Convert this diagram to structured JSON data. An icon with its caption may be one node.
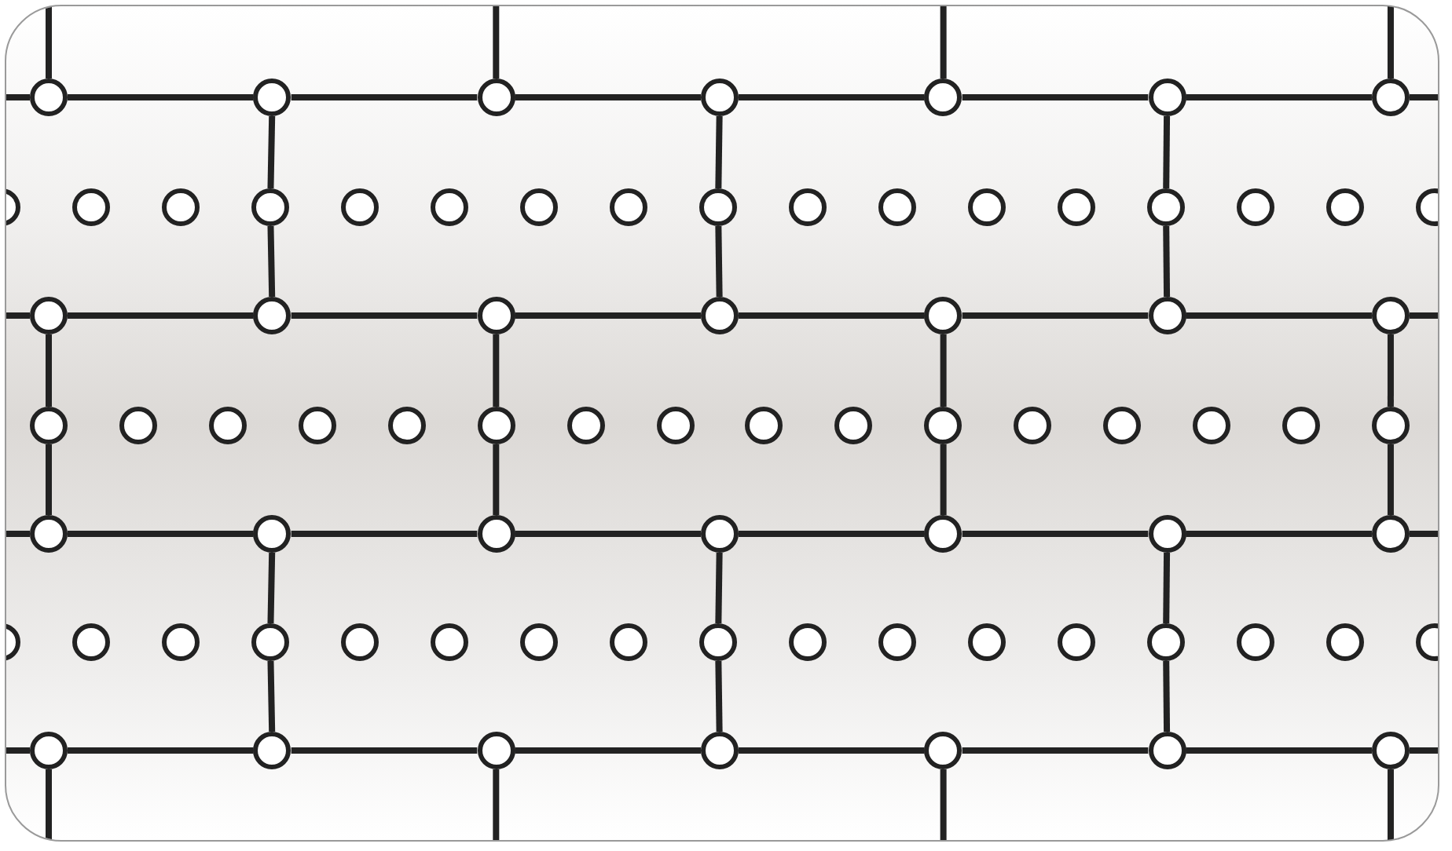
{
  "diagram": {
    "nodes": [
      {
        "text": [],
        "shape": "circle"
      },
      {
        "text": [],
        "shape": "circle"
      },
      {
        "text": [],
        "shape": "circle"
      },
      {
        "text": [],
        "shape": "circle"
      },
      {
        "text": [],
        "shape": "circle"
      },
      {
        "text": [],
        "shape": "circle"
      },
      {
        "text": [],
        "shape": "circle"
      },
      {
        "text": [],
        "shape": "circle"
      },
      {
        "text": [],
        "shape": "circle"
      },
      {
        "text": [],
        "shape": "circle"
      },
      {
        "text": [],
        "shape": "circle"
      },
      {
        "text": [],
        "shape": "circle"
      },
      {
        "text": [],
        "shape": "circle"
      },
      {
        "text": [],
        "shape": "circle"
      },
      {
        "text": [],
        "shape": "circle"
      },
      {
        "text": [],
        "shape": "circle"
      },
      {
        "text": [],
        "shape": "circle"
      },
      {
        "text": [],
        "shape": "circle"
      },
      {
        "text": [],
        "shape": "circle"
      },
      {
        "text": [],
        "shape": "circle"
      },
      {
        "text": [],
        "shape": "circle"
      },
      {
        "text": [],
        "shape": "circle"
      },
      {
        "text": [],
        "shape": "circle"
      },
      {
        "text": [],
        "shape": "circle"
      },
      {
        "text": [],
        "shape": "circle"
      },
      {
        "text": [],
        "shape": "circle"
      },
      {
        "text": [],
        "shape": "circle"
      },
      {
        "text": [],
        "shape": "circle"
      },
      {
        "text": [],
        "shape": "circle"
      },
      {
        "text": [],
        "shape": "circle"
      },
      {
        "text": [],
        "shape": "circle"
      },
      {
        "text": [],
        "shape": "circle"
      },
      {
        "text": [],
        "shape": "circle"
      },
      {
        "text": [],
        "shape": "circle"
      },
      {
        "text": [],
        "shape": "circle"
      },
      {
        "text": [],
        "shape": "circle"
      },
      {
        "text": [],
        "shape": "circle"
      },
      {
        "text": [],
        "shape": "circle"
      },
      {
        "text": [],
        "shape": "circle"
      },
      {
        "text": [],
        "shape": "circle"
      },
      {
        "text": [],
        "shape": "circle"
      },
      {
        "text": [],
        "shape": "circle"
      },
      {
        "text": [],
        "shape": "circle"
      },
      {
        "text": [],
        "shape": "circle"
      },
      {
        "text": [],
        "shape": "circle"
      },
      {
        "text": [],
        "shape": "circle"
      },
      {
        "text": [],
        "shape": "circle"
      },
      {
        "text": [],
        "shape": "circle"
      },
      {
        "text": [],
        "shape": "circle"
      },
      {
        "text": [],
        "shape": "circle"
      },
      {
        "text": [],
        "shape": "circle"
      },
      {
        "text": [],
        "shape": "circle"
      },
      {
        "text": [],
        "shape": "circle"
      },
      {
        "text": [],
        "shape": "circle"
      },
      {
        "text": [],
        "shape": "circle"
      },
      {
        "text": [],
        "shape": "circle"
      },
      {
        "text": [],
        "shape": "circle"
      },
      {
        "text": [],
        "shape": "circle"
      },
      {
        "text": [],
        "shape": "circle"
      },
      {
        "text": [],
        "shape": "circle"
      },
      {
        "text": [],
        "shape": "circle"
      },
      {
        "text": [],
        "shape": "circle"
      },
      {
        "text": [],
        "shape": "circle"
      },
      {
        "text": [],
        "shape": "circle"
      },
      {
        "text": [],
        "shape": "circle"
      },
      {
        "text": [],
        "shape": "circle"
      },
      {
        "text": [],
        "shape": "circle"
      },
      {
        "text": [],
        "shape": "circle"
      },
      {
        "text": [],
        "shape": "circle"
      },
      {
        "text": [],
        "shape": "circle"
      },
      {
        "text": [],
        "shape": "circle"
      },
      {
        "text": [],
        "shape": "circle"
      },
      {
        "text": [],
        "shape": "circle"
      },
      {
        "text": [],
        "shape": "circle"
      },
      {
        "text": [],
        "shape": "circle"
      },
      {
        "text": [],
        "shape": "circle"
      },
      {
        "text": [],
        "shape": "circle"
      },
      {
        "text": [],
        "shape": "circle"
      }
    ],
    "edges": [
      {
        "from": 0,
        "to": null,
        "arrow": "none"
      },
      {
        "from": 0,
        "to": 1,
        "arrow": "none"
      },
      {
        "from": 1,
        "to": 2,
        "arrow": "none"
      },
      {
        "from": 2,
        "to": 3,
        "arrow": "none"
      },
      {
        "from": 3,
        "to": 4,
        "arrow": "none"
      },
      {
        "from": 4,
        "to": 5,
        "arrow": "none"
      },
      {
        "from": 5,
        "to": 6,
        "arrow": "none"
      },
      {
        "from": 6,
        "to": null,
        "arrow": "none"
      },
      {
        "from": 0,
        "to": null,
        "arrow": "none"
      },
      {
        "from": 2,
        "to": null,
        "arrow": "none"
      },
      {
        "from": 4,
        "to": null,
        "arrow": "none"
      },
      {
        "from": 6,
        "to": null,
        "arrow": "none"
      },
      {
        "from": 1,
        "to": 10,
        "arrow": "none"
      },
      {
        "from": 10,
        "to": 25,
        "arrow": "none"
      },
      {
        "from": 3,
        "to": 15,
        "arrow": "none"
      },
      {
        "from": 15,
        "to": 27,
        "arrow": "none"
      },
      {
        "from": 5,
        "to": 20,
        "arrow": "none"
      },
      {
        "from": 20,
        "to": 29,
        "arrow": "none"
      },
      {
        "from": 24,
        "to": null,
        "arrow": "none"
      },
      {
        "from": 24,
        "to": 25,
        "arrow": "none"
      },
      {
        "from": 25,
        "to": 26,
        "arrow": "none"
      },
      {
        "from": 26,
        "to": 27,
        "arrow": "none"
      },
      {
        "from": 27,
        "to": 28,
        "arrow": "none"
      },
      {
        "from": 28,
        "to": 29,
        "arrow": "none"
      },
      {
        "from": 29,
        "to": 30,
        "arrow": "none"
      },
      {
        "from": 30,
        "to": null,
        "arrow": "none"
      },
      {
        "from": 24,
        "to": 31,
        "arrow": "none"
      },
      {
        "from": 31,
        "to": 47,
        "arrow": "none"
      },
      {
        "from": 26,
        "to": 36,
        "arrow": "none"
      },
      {
        "from": 36,
        "to": 49,
        "arrow": "none"
      },
      {
        "from": 28,
        "to": 41,
        "arrow": "none"
      },
      {
        "from": 41,
        "to": 51,
        "arrow": "none"
      },
      {
        "from": 30,
        "to": 46,
        "arrow": "none"
      },
      {
        "from": 46,
        "to": 53,
        "arrow": "none"
      },
      {
        "from": 47,
        "to": null,
        "arrow": "none"
      },
      {
        "from": 47,
        "to": 48,
        "arrow": "none"
      },
      {
        "from": 48,
        "to": 49,
        "arrow": "none"
      },
      {
        "from": 49,
        "to": 50,
        "arrow": "none"
      },
      {
        "from": 50,
        "to": 51,
        "arrow": "none"
      },
      {
        "from": 51,
        "to": 52,
        "arrow": "none"
      },
      {
        "from": 52,
        "to": 53,
        "arrow": "none"
      },
      {
        "from": 53,
        "to": null,
        "arrow": "none"
      },
      {
        "from": 48,
        "to": 57,
        "arrow": "none"
      },
      {
        "from": 57,
        "to": 72,
        "arrow": "none"
      },
      {
        "from": 50,
        "to": 62,
        "arrow": "none"
      },
      {
        "from": 62,
        "to": 74,
        "arrow": "none"
      },
      {
        "from": 52,
        "to": 67,
        "arrow": "none"
      },
      {
        "from": 67,
        "to": 76,
        "arrow": "none"
      },
      {
        "from": 71,
        "to": null,
        "arrow": "none"
      },
      {
        "from": 71,
        "to": 72,
        "arrow": "none"
      },
      {
        "from": 72,
        "to": 73,
        "arrow": "none"
      },
      {
        "from": 73,
        "to": 74,
        "arrow": "none"
      },
      {
        "from": 74,
        "to": 75,
        "arrow": "none"
      },
      {
        "from": 75,
        "to": 76,
        "arrow": "none"
      },
      {
        "from": 76,
        "to": 77,
        "arrow": "none"
      },
      {
        "from": 77,
        "to": null,
        "arrow": "none"
      },
      {
        "from": 71,
        "to": null,
        "arrow": "none"
      },
      {
        "from": 73,
        "to": null,
        "arrow": "none"
      },
      {
        "from": 75,
        "to": null,
        "arrow": "none"
      },
      {
        "from": 77,
        "to": null,
        "arrow": "none"
      }
    ]
  }
}
